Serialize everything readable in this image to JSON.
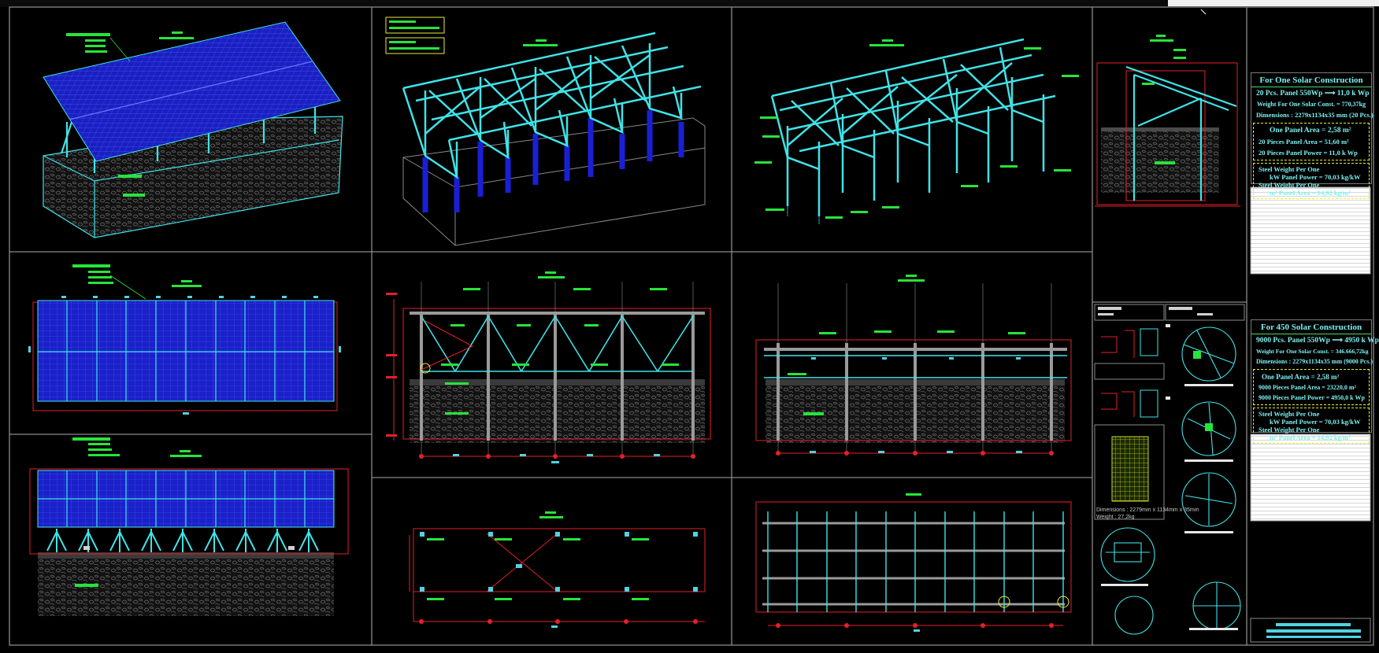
{
  "info_panel_1": {
    "title": "For One Solar Construction",
    "line1": "20 Pcs. Panel 550Wp ⟶ 11,0 k Wp",
    "line2": "Weight For One Solar Const. = 770,37kg",
    "line3": "Dimensions : 2279x1134x35 mm (20 Pcs.)",
    "line4": "One Panel Area =    2,58 m²",
    "line5": "20 Pieces Panel Area = 51,60 m²",
    "line6": "20 Pieces Panel Power = 11,0 k Wp",
    "line7": "Steel Weight Per One",
    "line8": "kW Panel Power = 70,03 kg/kW",
    "line9": "Steel Weight Per One",
    "line10": "m² Panel Area = 14,92 kg/m²"
  },
  "info_panel_2": {
    "title": "For 450 Solar Construction",
    "line1": "9000 Pcs. Panel 550Wp ⟶ 4950 k Wp",
    "line2": "Weight For One Solar Const. = 346.666,72kg",
    "line3": "Dimensions : 2279x1134x35 mm (9000 Pcs.)",
    "line4": "One Panel Area =       2,58 m²",
    "line5": "9000 Pieces Panel Area = 23220,0 m²",
    "line6": "9000 Pieces Panel Power =    4950,0 k Wp",
    "line7": "Steel Weight Per One",
    "line8": "kW Panel Power = 70,03 kg/kW",
    "line9": "Steel Weight Per One",
    "line10": "m² Panel Area = 14,92 kg/m²"
  },
  "panel_detail_caption": {
    "line1": "Dimensions : 2279mm x 1134mm x 35mm",
    "line2": "Weight        : 27,2kg"
  },
  "colors": {
    "background": "#000000",
    "frame_border": "#8a8a8a",
    "steel_structure": "#3fe3e8",
    "dimension_red": "#e4202a",
    "label_green": "#27e43a",
    "solar_panel_blue": "#1b21c8",
    "ground_hatch": "#4a4a4a"
  }
}
